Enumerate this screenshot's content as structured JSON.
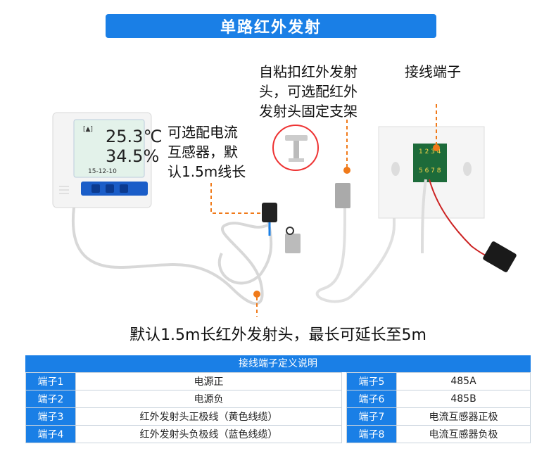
{
  "title": "单路红外发射",
  "annotations": {
    "ct": [
      "可选配电流",
      "互感器，默",
      "认1.5m线长"
    ],
    "bracket": [
      "自粘扣红外发射",
      "头，可选配红外",
      "发射头固定支架"
    ],
    "terminal": "接线端子",
    "bottom": "默认1.5m长红外发射头，最长可延长至5m"
  },
  "device": {
    "lcd_line1": "25.3℃",
    "lcd_line2": "34.5%",
    "lcd_date": "15-12-10"
  },
  "terminal_block": {
    "top": "1 2 3 4",
    "bottom": "5 6 7 8"
  },
  "table": {
    "title": "接线端子定义说明",
    "rows": [
      {
        "k1": "端子1",
        "v1": "电源正",
        "k2": "端子5",
        "v2": "485A"
      },
      {
        "k1": "端子2",
        "v1": "电源负",
        "k2": "端子6",
        "v2": "485B"
      },
      {
        "k1": "端子3",
        "v1": "红外发射头正极线（黄色线缆）",
        "k2": "端子7",
        "v2": "电流互感器正极"
      },
      {
        "k1": "端子4",
        "v1": "红外发射头负极线（蓝色线缆）",
        "k2": "端子8",
        "v2": "电流互感器负极"
      }
    ]
  },
  "colors": {
    "accent": "#1a7fe6",
    "leader": "#f07a1a"
  }
}
